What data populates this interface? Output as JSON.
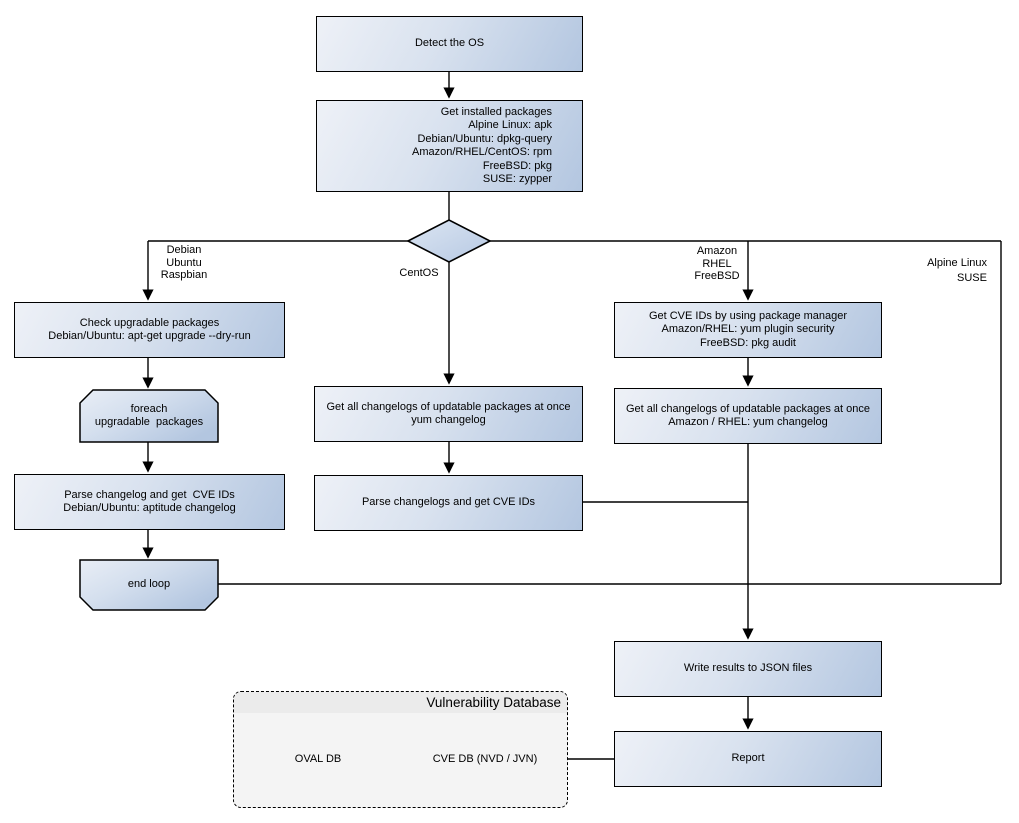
{
  "diagram": {
    "nodes": {
      "detect_os": "Detect the OS",
      "get_installed": "Get installed packages\nAlpine Linux: apk\nDebian/Ubuntu: dpkg-query\nAmazon/RHEL/CentOS: rpm\nFreeBSD: pkg\nSUSE: zypper",
      "check_upgradable": "Check upgradable packages\nDebian/Ubuntu: apt-get upgrade --dry-run",
      "foreach_loop": "foreach\nupgradable  packages",
      "parse_changelog": "Parse changelog and get  CVE IDs\nDebian/Ubuntu: aptitude changelog",
      "end_loop": "end loop",
      "get_changelogs_centos": "Get all changelogs of updatable packages at once\nyum changelog",
      "parse_changelogs": "Parse changelogs and get CVE IDs",
      "get_cve_ids": "Get CVE IDs by using package manager\nAmazon/RHEL: yum plugin security\nFreeBSD: pkg audit",
      "get_changelogs_amazon": "Get all changelogs of updatable packages at once\nAmazon / RHEL: yum changelog",
      "write_results": "Write results to JSON files",
      "report": "Report"
    },
    "branch_labels": {
      "debian": "Debian\nUbuntu\nRaspbian",
      "centos": "CentOS",
      "amazon": "Amazon\nRHEL\nFreeBSD",
      "alpine": "Alpine Linux\nSUSE"
    },
    "database": {
      "title": "Vulnerability Database",
      "oval_db": "OVAL DB",
      "cve_db": "CVE DB (NVD / JVN)"
    },
    "colors": {
      "node_gradient_light": "#eef1f7",
      "node_gradient_dark": "#b3c6e0",
      "border": "#000000",
      "db_container_bg": "#f4f4f4",
      "db_header_bg": "#ebebeb",
      "background": "#ffffff"
    }
  }
}
